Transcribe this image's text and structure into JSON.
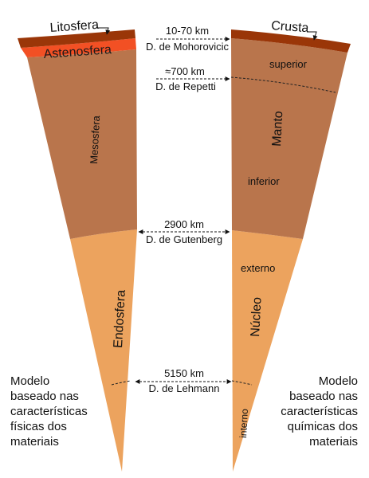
{
  "colors": {
    "crust": "#9a3608",
    "astenosfera": "#f25024",
    "mantle": "#b9754c",
    "core": "#eca35e",
    "text": "#111111"
  },
  "left_wedge": {
    "litosfera": "Litosfera",
    "astenosfera": "Astenosfera",
    "mesosfera": "Mesosfera",
    "endosfera": "Endosfera",
    "caption": [
      "Modelo",
      "baseado nas",
      "características",
      "físicas dos",
      "materiais"
    ]
  },
  "right_wedge": {
    "crusta": "Crusta",
    "manto": "Manto",
    "superior": "superior",
    "inferior": "inferior",
    "nucleo": "Núcleo",
    "externo": "externo",
    "interno": "interno",
    "caption": [
      "Modelo",
      "baseado nas",
      "características",
      "químicas dos",
      "materiais"
    ]
  },
  "boundaries": [
    {
      "depth": "10-70 km",
      "name": "D. de Mohorovicic"
    },
    {
      "depth": "≈700 km",
      "name": "D. de Repetti"
    },
    {
      "depth": "2900 km",
      "name": "D. de Gutenberg"
    },
    {
      "depth": "5150 km",
      "name": "D. de Lehmann"
    }
  ]
}
